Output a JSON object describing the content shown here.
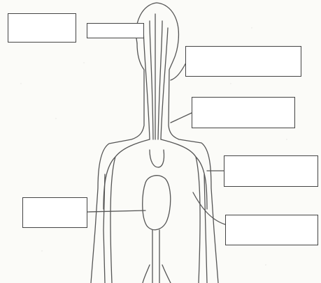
{
  "diagram": {
    "kind": "circulatory-system-worksheet",
    "label_boxes": [
      {
        "id": "box-1",
        "text": ""
      },
      {
        "id": "box-2",
        "text": ""
      },
      {
        "id": "box-3",
        "text": ""
      },
      {
        "id": "box-4",
        "text": ""
      },
      {
        "id": "box-5",
        "text": ""
      },
      {
        "id": "box-6",
        "text": ""
      },
      {
        "id": "box-7",
        "text": ""
      }
    ],
    "colors": {
      "line": "#555555",
      "box_border": "#444444",
      "paper": "#fbfbf8"
    }
  }
}
